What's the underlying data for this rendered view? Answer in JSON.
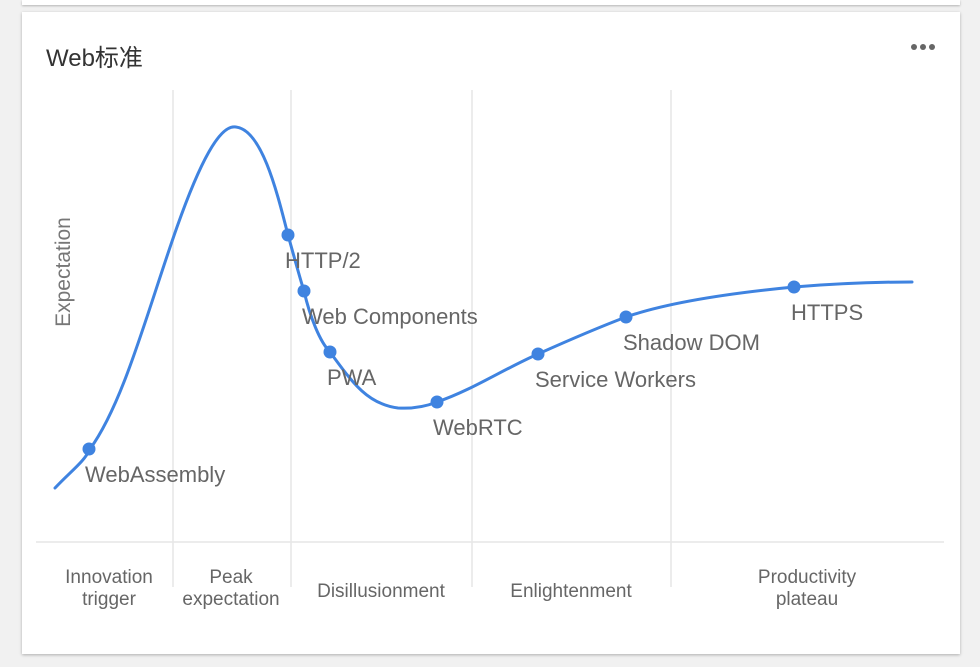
{
  "card": {
    "title": "Web标准"
  },
  "menu": {
    "icon": "more-horizontal-icon"
  },
  "chart_data": {
    "type": "line",
    "ylabel": "Expectation",
    "curve_color": "#3f83e0",
    "grid_color": "#e6e6e6",
    "phases": [
      {
        "lines": [
          "Innovation",
          "trigger"
        ]
      },
      {
        "lines": [
          "Peak",
          "expectation"
        ]
      },
      {
        "lines": [
          "Disillusionment"
        ]
      },
      {
        "lines": [
          "Enlightenment"
        ]
      },
      {
        "lines": [
          "Productivity",
          "plateau"
        ]
      }
    ],
    "points": [
      {
        "label": "WebAssembly"
      },
      {
        "label": "HTTP/2"
      },
      {
        "label": "Web Components"
      },
      {
        "label": "PWA"
      },
      {
        "label": "WebRTC"
      },
      {
        "label": "Service Workers"
      },
      {
        "label": "Shadow DOM"
      },
      {
        "label": "HTTPS"
      }
    ]
  }
}
